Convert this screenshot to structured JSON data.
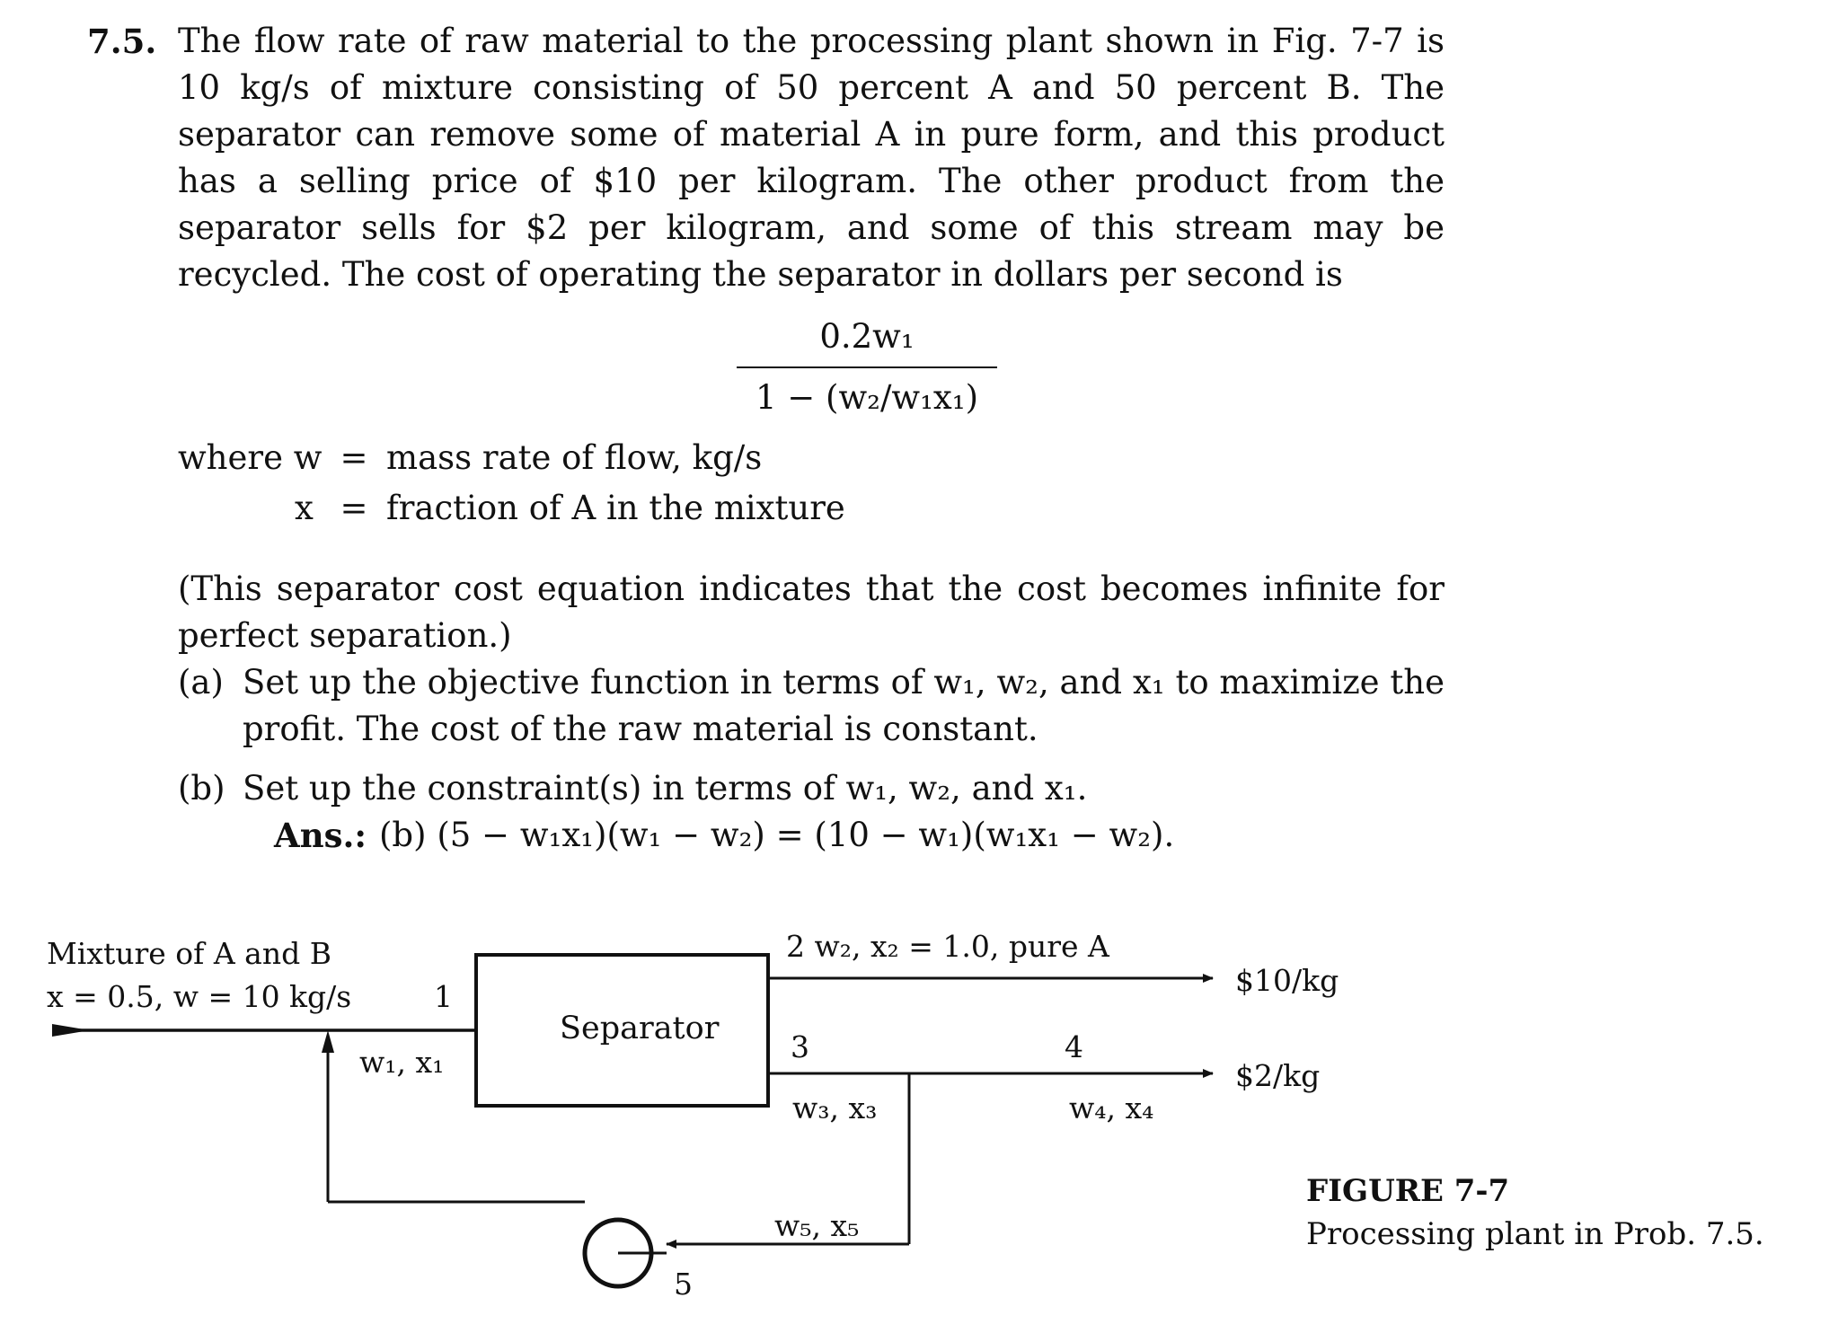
{
  "problem": {
    "number": "7.5.",
    "intro": "The flow rate of raw material to the processing plant shown in Fig. 7-7 is 10 kg/s of mixture consisting of 50 percent A and 50 percent B. The separator can remove some of material A in pure form, and this product has a selling price of $10 per kilogram. The other product from the separator sells for $2 per kilogram, and some of this stream may be recycled. The cost of operating the separator in dollars per second is",
    "equation": {
      "numerator": "0.2w₁",
      "denominator": "1 − (w₂/w₁x₁)"
    },
    "definitions": [
      {
        "symbol": "where w",
        "eq": "=",
        "meaning": "mass rate of flow, kg/s"
      },
      {
        "symbol": "x",
        "eq": "=",
        "meaning": "fraction of A in the mixture"
      }
    ],
    "note": "(This separator cost equation indicates that the cost becomes infinite for perfect separation.)",
    "part_a": {
      "label": "(a)",
      "text": "Set up the objective function in terms of w₁, w₂, and x₁ to maximize the profit. The cost of the raw material is constant."
    },
    "part_b": {
      "label": "(b)",
      "text": "Set up the constraint(s) in terms of w₁, w₂, and x₁."
    },
    "answer": {
      "label": "Ans.:",
      "text": "(b) (5 − w₁x₁)(w₁ − w₂) = (10 − w₁)(w₁x₁ − w₂)."
    }
  },
  "figure": {
    "feed_title": "Mixture of A and B",
    "feed_conditions": "x = 0.5, w = 10 kg/s",
    "stream1_num": "1",
    "stream1_vars": "w₁, x₁",
    "separator": "Separator",
    "stream2_label": "2  w₂, x₂ = 1.0, pure A",
    "stream3_num": "3",
    "stream3_vars": "w₃, x₃",
    "stream4_num": "4",
    "stream4_vars": "w₄, x₄",
    "stream5_vars": "w₅, x₅",
    "pump_num": "5",
    "price_a": "$10/kg",
    "price_b": "$2/kg",
    "caption_title": "FIGURE 7-7",
    "caption_text": "Processing plant in Prob. 7.5."
  }
}
